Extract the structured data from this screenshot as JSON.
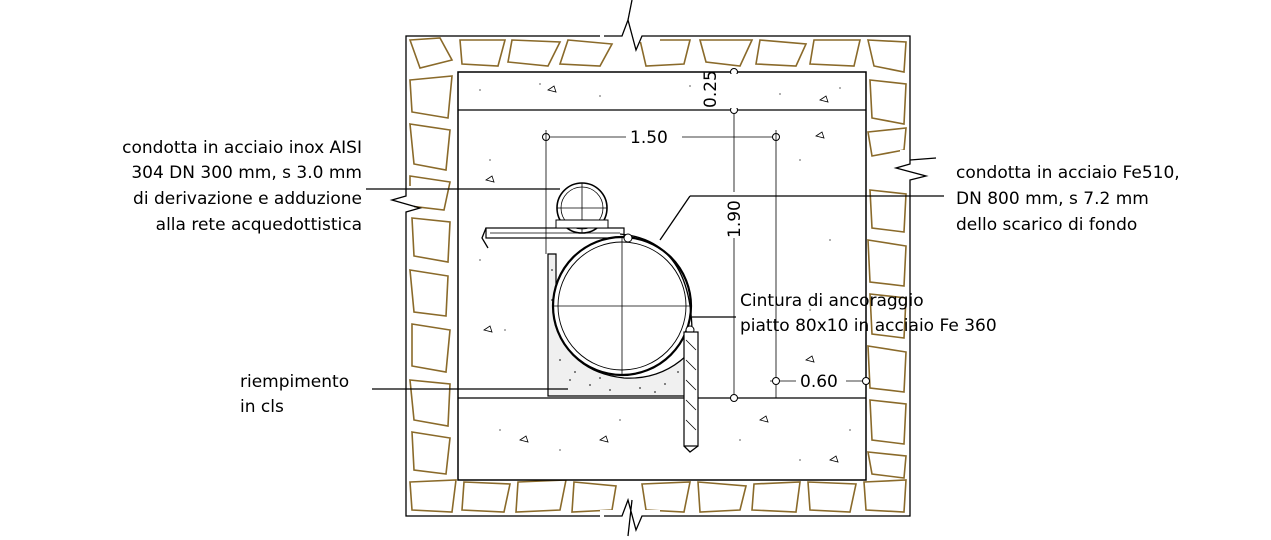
{
  "labels": {
    "left_pipe": [
      "condotta in acciaio inox AISI",
      "304 DN 300 mm, s 3.0 mm",
      "di derivazione e adduzione",
      "alla rete acquedottistica"
    ],
    "right_pipe": [
      "condotta in acciaio Fe510,",
      "DN 800 mm, s 7.2 mm",
      "dello scarico di fondo"
    ],
    "anchor": [
      "Cintura di ancoraggio",
      "piatto 80x10 in acciaio Fe 360"
    ],
    "fill": [
      "riempimento",
      "in cls"
    ]
  },
  "dimensions": {
    "top_slab": "0.25",
    "width": "1.50",
    "height": "1.90",
    "side": "0.60"
  },
  "colors": {
    "rock": "#8a6a2a",
    "line": "#000000"
  }
}
